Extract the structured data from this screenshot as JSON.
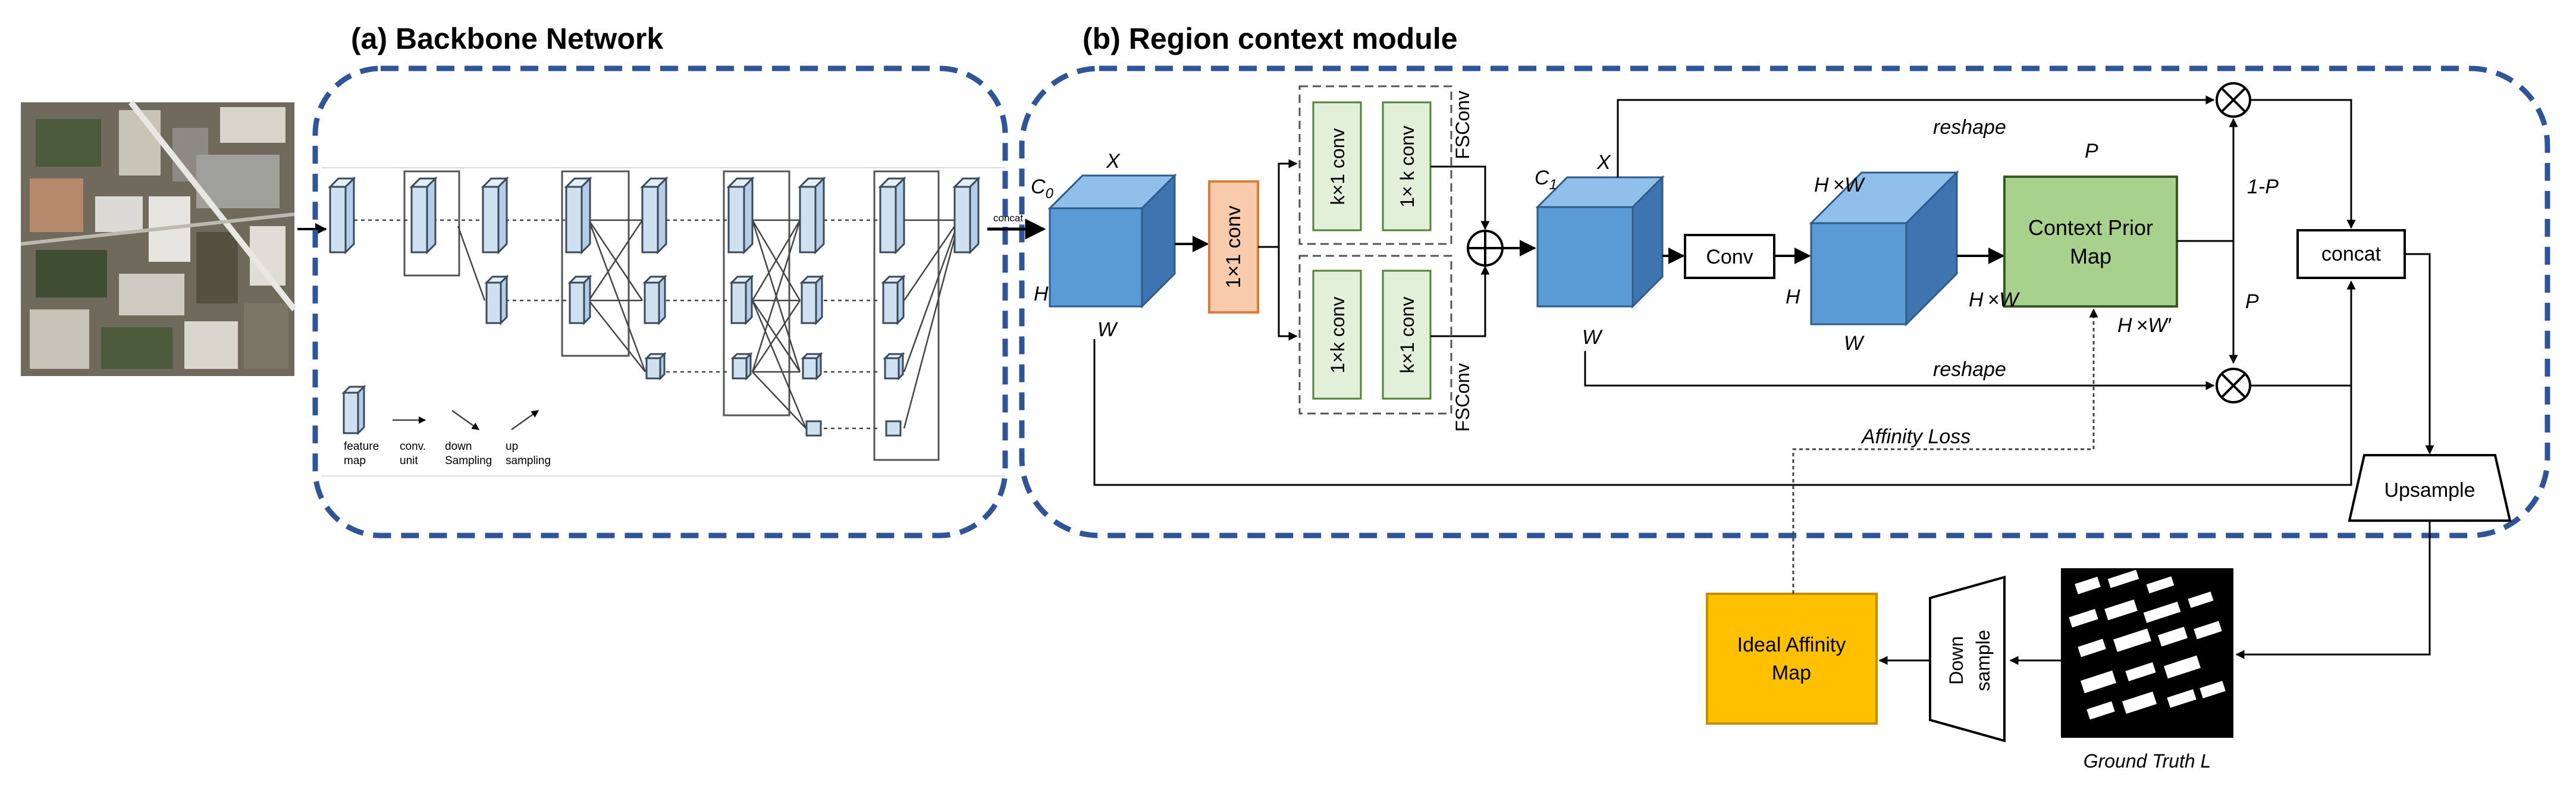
{
  "titles": {
    "backbone": "(a) Backbone Network",
    "region": "(b) Region context module"
  },
  "backbone": {
    "legend": {
      "feature_map_1": "feature",
      "feature_map_2": "map",
      "conv_1": "conv.",
      "conv_2": "unit",
      "down_1": "down",
      "down_2": "Sampling",
      "up_1": "up",
      "up_2": "sampling"
    },
    "output_tag": "concat"
  },
  "labels": {
    "c0": "C",
    "c0_sub": "0",
    "c1": "C",
    "c1_sub": "1",
    "x_top": "X",
    "x_mid": "X",
    "h_left": "H",
    "h_mid": "H",
    "w_left": "W",
    "w_mid": "W",
    "w_small": "W",
    "h_x_w_top": "H ×W",
    "h_x_w_bottom": "H ×W",
    "h_x_w_prime": "H ×W′",
    "p_top": "P",
    "p_side": "P",
    "one_minus_p": "1-P",
    "reshape_top": "reshape",
    "reshape_bottom": "reshape",
    "affinity_loss": "Affinity Loss",
    "ground_truth": "Ground Truth L"
  },
  "blocks": {
    "conv_1x1": "1×1 conv",
    "kx1_conv_top": "k×1 conv",
    "1xk_conv_top": "1× k conv",
    "1xk_conv_bottom": "1×k conv",
    "kx1_conv_bottom": "k×1 conv",
    "fsconv_top": "FSConv",
    "fsconv_bottom": "FSConv",
    "conv": "Conv",
    "context_prior_1": "Context Prior",
    "context_prior_2": "Map",
    "concat": "concat",
    "upsample": "Upsample",
    "down_sample_1": "Down",
    "down_sample_2": "sample",
    "ideal_affinity_1": "Ideal Affinity",
    "ideal_affinity_2": "Map"
  },
  "colors": {
    "dashed_border": "#2f5597",
    "cube_front": "#5b9bd5",
    "cube_top": "#8fbfea",
    "cube_side": "#3e75b0",
    "orange_fill": "#f8cbad",
    "orange_stroke": "#e07b39",
    "green_fill": "#e2f0d9",
    "green_stroke": "#548235",
    "context_prior_fill": "#a9d18e",
    "yellow_fill": "#ffc000",
    "yellow_stroke": "#bf9000"
  }
}
